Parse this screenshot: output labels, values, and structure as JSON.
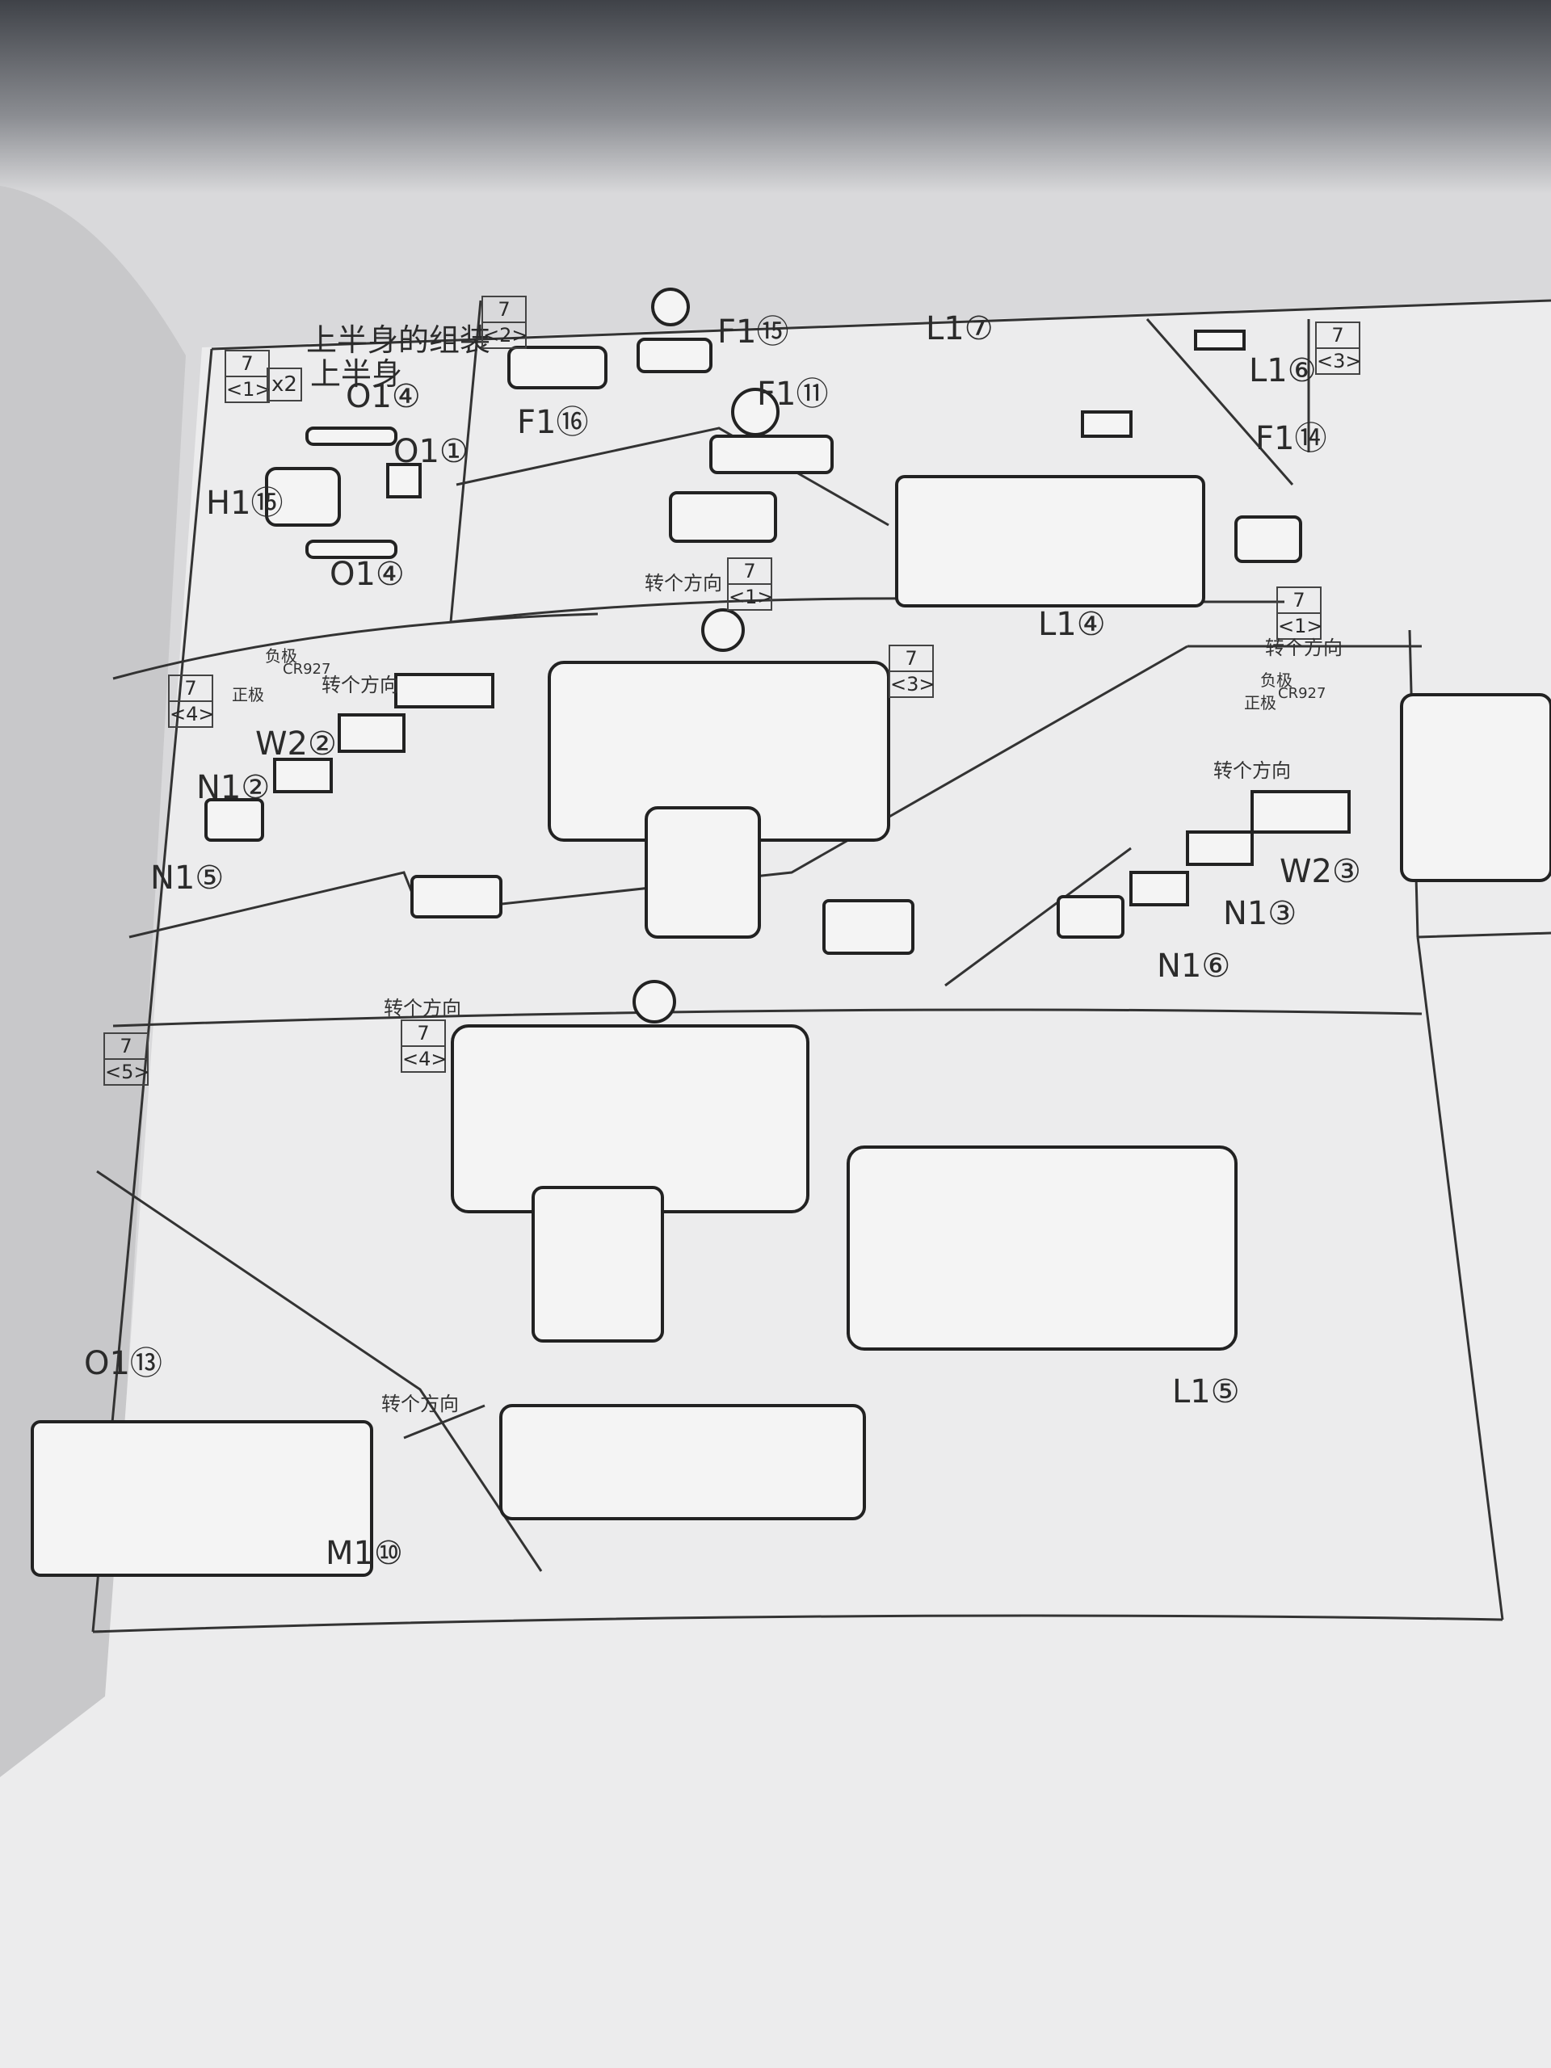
{
  "section": {
    "title": "上半身的组装",
    "subtitle": "上半身"
  },
  "steps": {
    "s1": {
      "num": "7",
      "sub": "<1>",
      "qty": "x2"
    },
    "s2": {
      "num": "7",
      "sub": "<2>"
    },
    "s3": {
      "num": "7",
      "sub": "<3>"
    },
    "s4": {
      "num": "7",
      "sub": "<4>"
    },
    "s5": {
      "num": "7",
      "sub": "<5>"
    }
  },
  "refs": {
    "r1": {
      "num": "7",
      "sub": "<1>"
    },
    "r2": {
      "num": "7",
      "sub": "<1>"
    },
    "r3": {
      "num": "7",
      "sub": "<3>"
    },
    "r4": {
      "num": "7",
      "sub": "<4>"
    }
  },
  "text": {
    "turn": "转个方向",
    "negative": "负极",
    "positive": "正极",
    "battery": "CR927"
  },
  "parts": {
    "o1_4a": "O1④",
    "o1_1": "O1①",
    "h1_15": "H1⑮",
    "o1_4b": "O1④",
    "f1_15": "F1⑮",
    "f1_16": "F1⑯",
    "f1_11": "F1⑪",
    "l1_7": "L1⑦",
    "l1_6": "L1⑥",
    "f1_14": "F1⑭",
    "l1_4": "L1④",
    "w2_2": "W2②",
    "n1_2": "N1②",
    "n1_5": "N1⑤",
    "w2_3": "W2③",
    "n1_3": "N1③",
    "n1_6": "N1⑥",
    "o1_13": "O1⑬",
    "m1_10": "M1⑩",
    "l1_5": "L1⑤"
  }
}
